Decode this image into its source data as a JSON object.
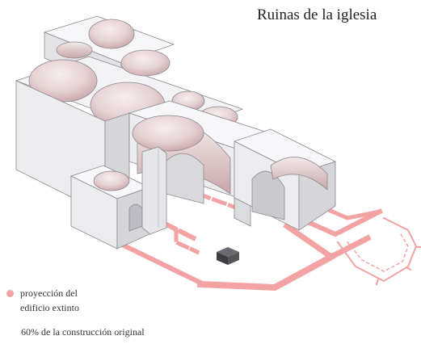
{
  "title": "Ruinas de la iglesia",
  "legend": {
    "label_line1": "proyección del",
    "label_line2": "edificio extinto",
    "color": "#f3a3a3"
  },
  "footnote": "60% de la construcción original",
  "colors": {
    "wall_front": "#ececee",
    "wall_side": "#d6d6da",
    "wall_top": "#f7f7f9",
    "dome": "#e8dcdc",
    "dome_shadow": "#c9a7a7",
    "outline": "#8a8a90",
    "projection": "#f3a3a3"
  }
}
